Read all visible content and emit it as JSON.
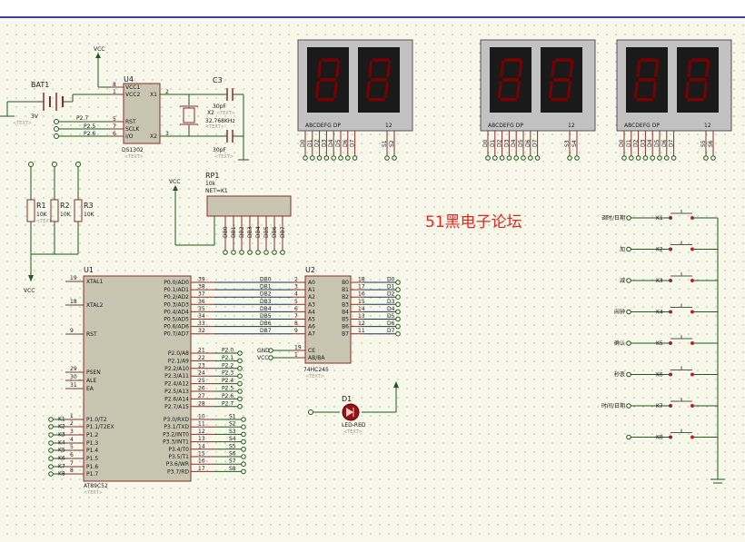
{
  "watermark": "51黑电子论坛",
  "u4": {
    "ref": "U4",
    "part": "DS1302",
    "text": "<TEXT>",
    "pins_left": [
      "VCC1",
      "VCC2",
      "RST",
      "SCLK",
      "I/O"
    ],
    "pins_right": [
      "X1",
      "X2"
    ],
    "pin_nums_left": [
      "8",
      "1",
      "5",
      "7",
      "6"
    ],
    "pin_nums_right": [
      "2",
      "3"
    ]
  },
  "bat": {
    "ref": "BAT1",
    "value": "3V",
    "text": "<TEXT>"
  },
  "vcc_label": "VCC",
  "x2": {
    "ref": "X2",
    "value": "32.768KHz",
    "text": "<TEXT>"
  },
  "c3": {
    "ref": "C3",
    "value": "30pF",
    "text": "<TEXT>"
  },
  "c4": {
    "value": "30pF",
    "text": "<TEXT>"
  },
  "rtc_nets": [
    "P2.7",
    "P2.5",
    "P2.6"
  ],
  "rp1": {
    "ref": "RP1",
    "value": "10k",
    "part": "NET=K1",
    "pins": [
      "DB0",
      "DB1",
      "DB2",
      "DB3",
      "DB4",
      "DB5",
      "DB6",
      "DB7"
    ]
  },
  "resistors": [
    {
      "ref": "R1",
      "value": "10K"
    },
    {
      "ref": "R2",
      "value": "10K"
    },
    {
      "ref": "R3",
      "value": "10K"
    }
  ],
  "resistor_text": "<TEXT>",
  "u1": {
    "ref": "U1",
    "part": "AT89C52",
    "text": "<TEXT>",
    "left": [
      {
        "n": "19",
        "s": "XTAL1"
      },
      {
        "n": "18",
        "s": "XTAL2"
      },
      {
        "n": "9",
        "s": "RST"
      },
      {
        "n": "29",
        "s": "PSEN"
      },
      {
        "n": "30",
        "s": "ALE"
      },
      {
        "n": "31",
        "s": "EA"
      },
      {
        "n": "1",
        "s": "P1.0/T2"
      },
      {
        "n": "2",
        "s": "P1.1/T2EX"
      },
      {
        "n": "3",
        "s": "P1.2"
      },
      {
        "n": "4",
        "s": "P1.3"
      },
      {
        "n": "5",
        "s": "P1.4"
      },
      {
        "n": "6",
        "s": "P1.5"
      },
      {
        "n": "7",
        "s": "P1.6"
      },
      {
        "n": "8",
        "s": "P1.7"
      }
    ],
    "right": [
      {
        "n": "39",
        "s": "P0.0/AD0"
      },
      {
        "n": "38",
        "s": "P0.1/AD1"
      },
      {
        "n": "37",
        "s": "P0.2/AD2"
      },
      {
        "n": "36",
        "s": "P0.3/AD3"
      },
      {
        "n": "35",
        "s": "P0.4/AD4"
      },
      {
        "n": "34",
        "s": "P0.5/AD5"
      },
      {
        "n": "33",
        "s": "P0.6/AD6"
      },
      {
        "n": "32",
        "s": "P0.7/AD7"
      },
      {
        "n": "21",
        "s": "P2.0/A8"
      },
      {
        "n": "22",
        "s": "P2.1/A9"
      },
      {
        "n": "23",
        "s": "P2.2/A10"
      },
      {
        "n": "24",
        "s": "P2.3/A11"
      },
      {
        "n": "25",
        "s": "P2.4/A12"
      },
      {
        "n": "26",
        "s": "P2.5/A13"
      },
      {
        "n": "27",
        "s": "P2.6/A14"
      },
      {
        "n": "28",
        "s": "P2.7/A15"
      },
      {
        "n": "10",
        "s": "P3.0/RXD"
      },
      {
        "n": "11",
        "s": "P3.1/TXD"
      },
      {
        "n": "12",
        "s": "P3.2/INT0"
      },
      {
        "n": "13",
        "s": "P3.3/INT1"
      },
      {
        "n": "14",
        "s": "P3.4/T0"
      },
      {
        "n": "15",
        "s": "P3.5/T1"
      },
      {
        "n": "16",
        "s": "P3.6/WR"
      },
      {
        "n": "17",
        "s": "P3.7/RD"
      }
    ],
    "p1_nets": [
      "K1",
      "K2",
      "K3",
      "K4",
      "K5",
      "K6",
      "K7",
      "K8"
    ],
    "p0_nets": [
      "DB0",
      "DB1",
      "DB2",
      "DB3",
      "DB4",
      "DB5",
      "DB6",
      "DB7"
    ],
    "p2_nets": [
      "P2.0",
      "P2.1",
      "P2.2",
      "P2.3",
      "P2.4",
      "P2.5",
      "P2.6",
      "P2.7"
    ],
    "p3_nets": [
      "S1",
      "S2",
      "S3",
      "S4",
      "S5",
      "S6",
      "S7",
      "S8"
    ]
  },
  "u2": {
    "ref": "U2",
    "part": "74HC245",
    "text": "<TEXT>",
    "left": [
      {
        "n": "2",
        "s": "A0"
      },
      {
        "n": "3",
        "s": "A1"
      },
      {
        "n": "4",
        "s": "A2"
      },
      {
        "n": "5",
        "s": "A3"
      },
      {
        "n": "6",
        "s": "A4"
      },
      {
        "n": "7",
        "s": "A5"
      },
      {
        "n": "8",
        "s": "A6"
      },
      {
        "n": "9",
        "s": "A7"
      }
    ],
    "right": [
      {
        "n": "18",
        "s": "B0"
      },
      {
        "n": "17",
        "s": "B1"
      },
      {
        "n": "16",
        "s": "B2"
      },
      {
        "n": "15",
        "s": "B3"
      },
      {
        "n": "14",
        "s": "B4"
      },
      {
        "n": "13",
        "s": "B5"
      },
      {
        "n": "12",
        "s": "B6"
      },
      {
        "n": "11",
        "s": "B7"
      }
    ],
    "ctrl": [
      {
        "n": "19",
        "s": "CE",
        "net": "GND"
      },
      {
        "n": "1",
        "s": "AB/BA",
        "net": "VCC"
      }
    ],
    "out_nets": [
      "D0",
      "D1",
      "D2",
      "D3",
      "D4",
      "D5",
      "D6",
      "D7"
    ]
  },
  "d1": {
    "ref": "D1",
    "part": "LED-RED",
    "text": "<TEXT>"
  },
  "displays": {
    "seg_label": "ABCDEFG DP",
    "com_label": "12",
    "nets": [
      "D0",
      "D1",
      "D2",
      "D3",
      "D4",
      "D5",
      "D6",
      "D7"
    ],
    "sel_pairs": [
      [
        "S1",
        "S2"
      ],
      [
        "S3",
        "S4"
      ],
      [
        "S5",
        "S6"
      ]
    ]
  },
  "keys": [
    {
      "ref": "K1",
      "label": "调时/日期"
    },
    {
      "ref": "K2",
      "label": "加"
    },
    {
      "ref": "K3",
      "label": "减"
    },
    {
      "ref": "K4",
      "label": "闹钟"
    },
    {
      "ref": "K5",
      "label": "确认"
    },
    {
      "ref": "K6",
      "label": "秒表"
    },
    {
      "ref": "K7",
      "label": "时间/日期"
    },
    {
      "ref": "K8",
      "label": ""
    }
  ],
  "colors": {
    "wire": "#16365c",
    "chip_fill": "#c8c5b0",
    "chip_border": "#8b2c2c",
    "segment": "#7a0000",
    "background": "#f7f7ea",
    "watermark": "#e0281e"
  }
}
